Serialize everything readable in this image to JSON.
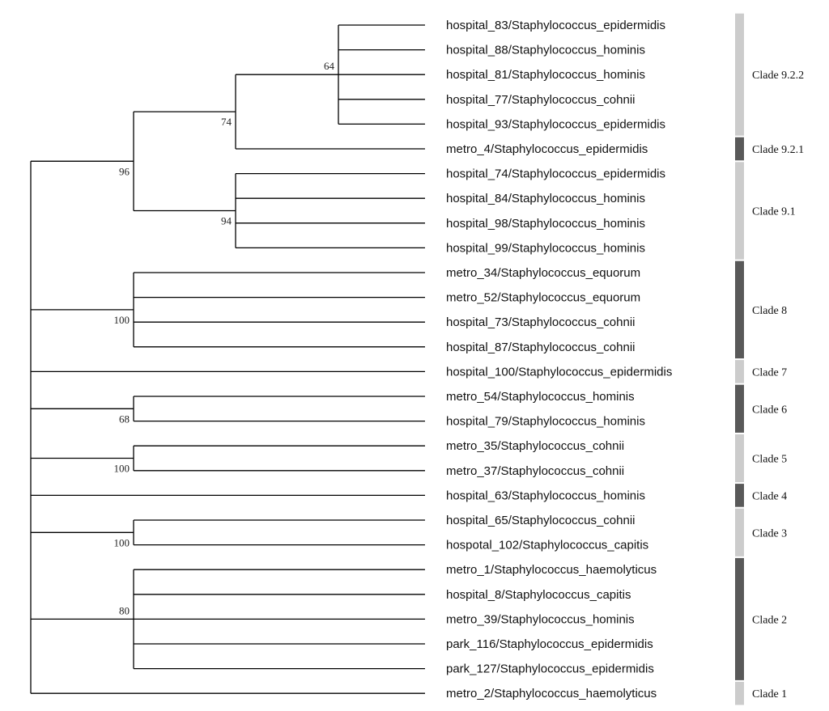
{
  "colors": {
    "branch": "#000000",
    "clade_light": "#cccccc",
    "clade_dark": "#595959"
  },
  "leaves": [
    "hospital_83/Staphylococcus_epidermidis",
    "hospital_88/Staphylococcus_hominis",
    "hospital_81/Staphylococcus_hominis",
    "hospital_77/Staphylococcus_cohnii",
    "hospital_93/Staphylococcus_epidermidis",
    "metro_4/Staphylococcus_epidermidis",
    "hospital_74/Staphylococcus_epidermidis",
    "hospital_84/Staphylococcus_hominis",
    "hospital_98/Staphylococcus_hominis",
    "hospital_99/Staphylococcus_hominis",
    "metro_34/Staphylococcus_equorum",
    "metro_52/Staphylococcus_equorum",
    "hospital_73/Staphylococcus_cohnii",
    "hospital_87/Staphylococcus_cohnii",
    "hospital_100/Staphylococcus_epidermidis",
    "metro_54/Staphylococcus_hominis",
    "hospital_79/Staphylococcus_hominis",
    "metro_35/Staphylococcus_cohnii",
    "metro_37/Staphylococcus_cohnii",
    "hospital_63/Staphylococcus_hominis",
    "hospital_65/Staphylococcus_cohnii",
    "hospotal_102/Staphylococcus_capitis",
    "metro_1/Staphylococcus_haemolyticus",
    "hospital_8/Staphylococcus_capitis",
    "metro_39/Staphylococcus_hominis",
    "park_116/Staphylococcus_epidermidis",
    "park_127/Staphylococcus_epidermidis",
    "metro_2/Staphylococcus_haemolyticus"
  ],
  "clades": [
    {
      "label": "Clade 9.2.2",
      "from": 0,
      "to": 4,
      "shade": "light"
    },
    {
      "label": "Clade 9.2.1",
      "from": 5,
      "to": 5,
      "shade": "dark"
    },
    {
      "label": "Clade 9.1",
      "from": 6,
      "to": 9,
      "shade": "light"
    },
    {
      "label": "Clade 8",
      "from": 10,
      "to": 13,
      "shade": "dark"
    },
    {
      "label": "Clade 7",
      "from": 14,
      "to": 14,
      "shade": "light"
    },
    {
      "label": "Clade 6",
      "from": 15,
      "to": 16,
      "shade": "dark"
    },
    {
      "label": "Clade 5",
      "from": 17,
      "to": 18,
      "shade": "light"
    },
    {
      "label": "Clade 4",
      "from": 19,
      "to": 19,
      "shade": "dark"
    },
    {
      "label": "Clade 3",
      "from": 20,
      "to": 21,
      "shade": "light"
    },
    {
      "label": "Clade 2",
      "from": 22,
      "to": 26,
      "shade": "dark"
    },
    {
      "label": "Clade 1",
      "from": 27,
      "to": 27,
      "shade": "light"
    }
  ],
  "tree": {
    "children": [
      {
        "support": "96",
        "children": [
          {
            "support": "74",
            "children": [
              {
                "support": "64",
                "children": [
                  {
                    "leaf": 0
                  },
                  {
                    "leaf": 1
                  },
                  {
                    "leaf": 2
                  },
                  {
                    "leaf": 3
                  },
                  {
                    "leaf": 4
                  }
                ]
              },
              {
                "leaf": 5
              }
            ]
          },
          {
            "support": "94",
            "children": [
              {
                "leaf": 6
              },
              {
                "leaf": 7
              },
              {
                "leaf": 8
              },
              {
                "leaf": 9
              }
            ]
          }
        ]
      },
      {
        "support": "100",
        "children": [
          {
            "leaf": 10
          },
          {
            "leaf": 11
          },
          {
            "leaf": 12
          },
          {
            "leaf": 13
          }
        ]
      },
      {
        "leaf": 14
      },
      {
        "support": "68",
        "children": [
          {
            "leaf": 15
          },
          {
            "leaf": 16
          }
        ]
      },
      {
        "support": "100",
        "children": [
          {
            "leaf": 17
          },
          {
            "leaf": 18
          }
        ]
      },
      {
        "leaf": 19
      },
      {
        "support": "100",
        "children": [
          {
            "leaf": 20
          },
          {
            "leaf": 21
          }
        ]
      },
      {
        "support": "80",
        "children": [
          {
            "leaf": 22
          },
          {
            "leaf": 23
          },
          {
            "leaf": 24
          },
          {
            "leaf": 25
          },
          {
            "leaf": 26
          }
        ]
      },
      {
        "leaf": 27
      }
    ]
  }
}
